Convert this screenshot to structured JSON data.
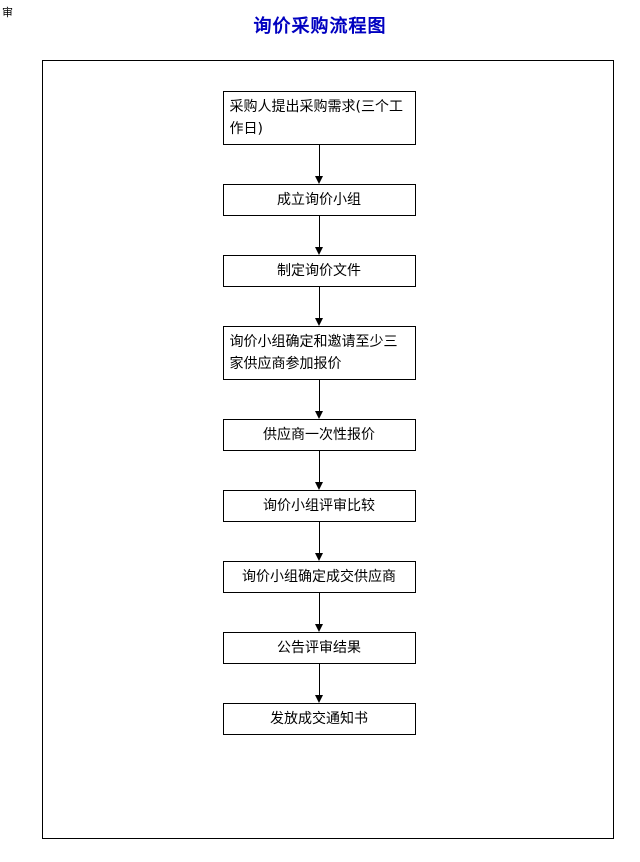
{
  "page": {
    "corner_text": "审",
    "title": "询价采购流程图",
    "title_color": "#0000C0"
  },
  "flowchart": {
    "nodes": [
      {
        "label": "采购人提出采购需求(三个工作日)"
      },
      {
        "label": "成立询价小组"
      },
      {
        "label": "制定询价文件"
      },
      {
        "label": "询价小组确定和邀请至少三家供应商参加报价"
      },
      {
        "label": "供应商一次性报价"
      },
      {
        "label": "询价小组评审比较"
      },
      {
        "label": "询价小组确定成交供应商"
      },
      {
        "label": "公告评审结果"
      },
      {
        "label": "发放成交通知书"
      }
    ]
  }
}
